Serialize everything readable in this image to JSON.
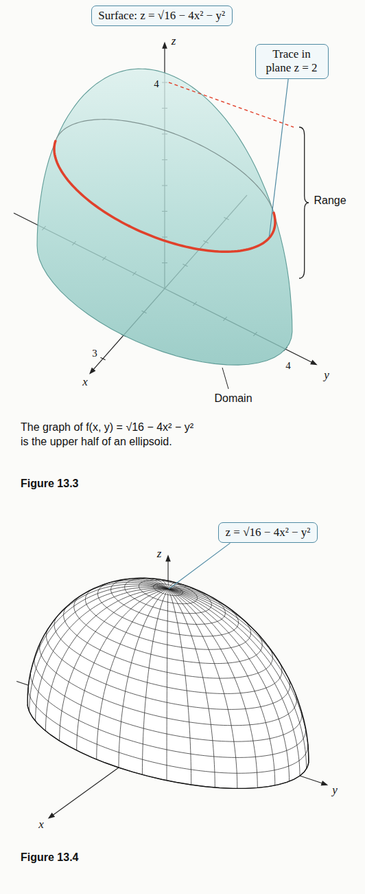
{
  "diagram": {
    "nodes": [
      {
        "text": [
          "Surface: z = √16 − 4x² − y²"
        ]
      },
      {
        "text": [
          "Trace in plane z = 2"
        ]
      },
      {
        "text": [
          "z = √16 − 4x² − y²"
        ]
      }
    ],
    "labels": [
      "z",
      "4",
      "Range",
      "3",
      "x",
      "4",
      "y",
      "Domain",
      "The graph of f(x, y) = √16 − 4x² − y² is the upper half of an ellipsoid.",
      "Figure 13.3",
      "z",
      "x",
      "y",
      "Figure 13.4"
    ]
  }
}
